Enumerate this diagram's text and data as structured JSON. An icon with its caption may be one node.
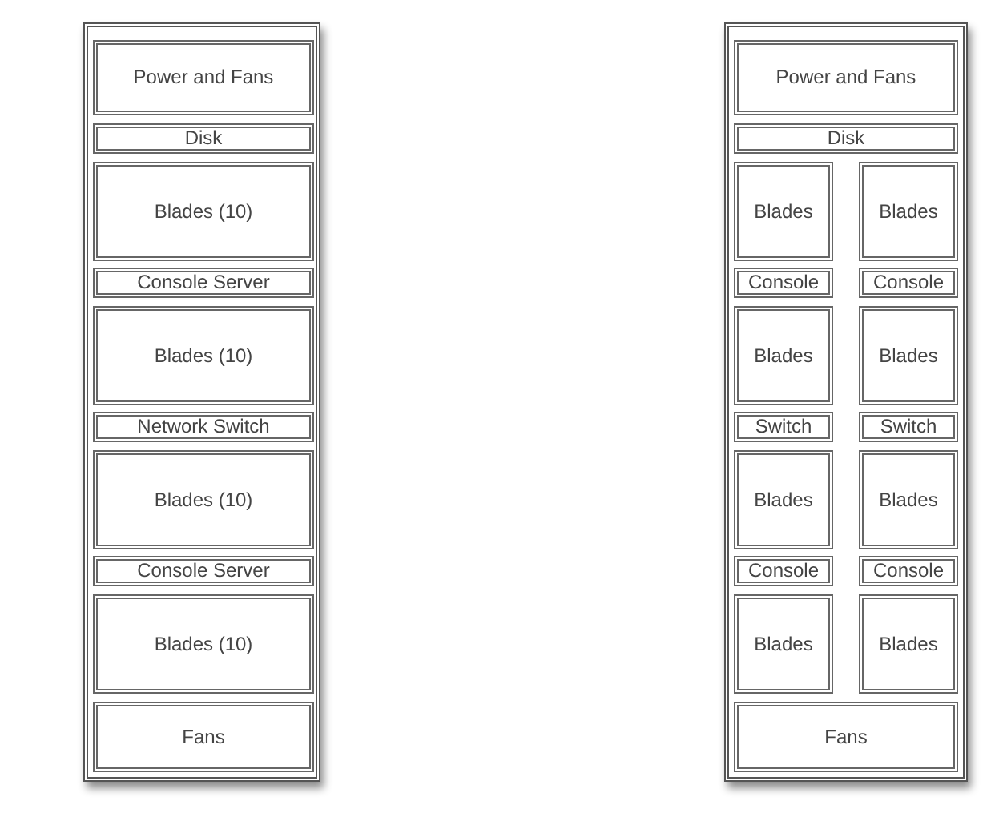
{
  "diagram": {
    "nodes": [
      {
        "text": [],
        "shape": "box"
      },
      {
        "text": [
          "Power and Fans"
        ],
        "in": 0
      },
      {
        "text": [
          "Disk"
        ],
        "in": 0
      },
      {
        "text": [
          "Blades (10)"
        ],
        "in": 0
      },
      {
        "text": [
          "Console Server"
        ],
        "in": 0
      },
      {
        "text": [
          "Blades (10)"
        ],
        "in": 0
      },
      {
        "text": [
          "Network Switch"
        ],
        "in": 0
      },
      {
        "text": [
          "Blades (10)"
        ],
        "in": 0
      },
      {
        "text": [
          "Console Server"
        ],
        "in": 0
      },
      {
        "text": [
          "Blades (10)"
        ],
        "in": 0
      },
      {
        "text": [
          "Fans"
        ],
        "in": 0
      },
      {
        "text": [],
        "shape": "box"
      },
      {
        "text": [
          "Power and Fans"
        ],
        "in": 11
      },
      {
        "text": [
          "Disk"
        ],
        "in": 11
      },
      {
        "text": [
          "Blades"
        ],
        "in": 11
      },
      {
        "text": [
          "Blades"
        ],
        "in": 11
      },
      {
        "text": [
          "Console"
        ],
        "in": 11
      },
      {
        "text": [
          "Console"
        ],
        "in": 11
      },
      {
        "text": [
          "Blades"
        ],
        "in": 11
      },
      {
        "text": [
          "Blades"
        ],
        "in": 11
      },
      {
        "text": [
          "Switch"
        ],
        "in": 11
      },
      {
        "text": [
          "Switch"
        ],
        "in": 11
      },
      {
        "text": [
          "Blades"
        ],
        "in": 11
      },
      {
        "text": [
          "Blades"
        ],
        "in": 11
      },
      {
        "text": [
          "Console"
        ],
        "in": 11
      },
      {
        "text": [
          "Console"
        ],
        "in": 11
      },
      {
        "text": [
          "Blades"
        ],
        "in": 11
      },
      {
        "text": [
          "Blades"
        ],
        "in": 11
      },
      {
        "text": [
          "Fans"
        ],
        "in": 11
      }
    ]
  }
}
